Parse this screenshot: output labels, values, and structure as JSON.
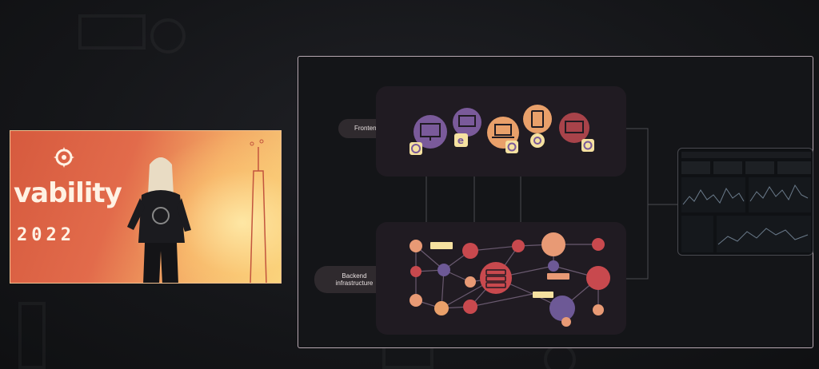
{
  "video": {
    "title_fragment": "vability",
    "year": "2022"
  },
  "slide": {
    "frontend_label": "Frontend",
    "backend_label_line1": "Backend",
    "backend_label_line2": "infrastructure"
  },
  "colors": {
    "frontend_purple": "#7a5a9a",
    "frontend_orange": "#e9a06a",
    "frontend_red": "#a8434a",
    "backend_peach": "#e89a75",
    "backend_red": "#c8494e",
    "backend_purple": "#6d5996",
    "connector_yellow": "#f5e1a0"
  }
}
